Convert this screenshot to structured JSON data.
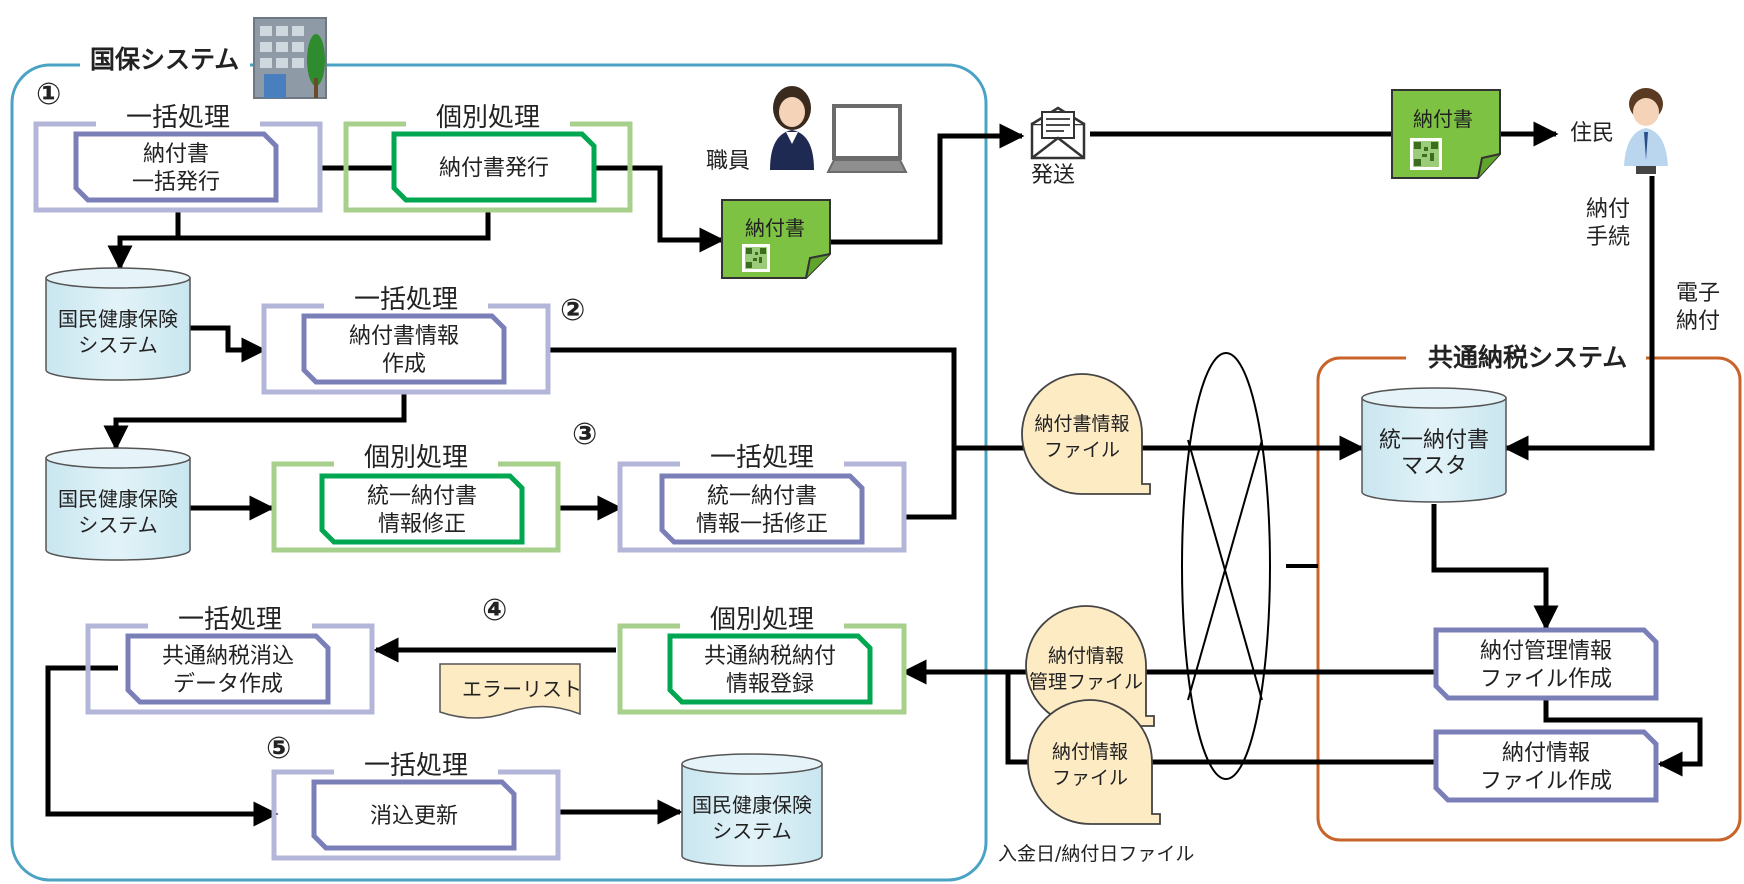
{
  "systems": {
    "kokuho": "国保システム",
    "kyotsu": "共通納税システム"
  },
  "markers": [
    "①",
    "②",
    "③",
    "④",
    "⑤"
  ],
  "frame_labels": {
    "ikkatsu": "一括処理",
    "kobetsu": "個別処理"
  },
  "processes": {
    "p1": [
      "納付書",
      "一括発行"
    ],
    "p2": [
      "納付書発行"
    ],
    "p3": [
      "納付書情報",
      "作成"
    ],
    "p4": [
      "統一納付書",
      "情報修正"
    ],
    "p5": [
      "統一納付書",
      "情報一括修正"
    ],
    "p6": [
      "共通納税納付",
      "情報登録"
    ],
    "p7": [
      "共通納税消込",
      "データ作成"
    ],
    "p8": [
      "消込更新"
    ],
    "p9": [
      "納付管理情報",
      "ファイル作成"
    ],
    "p10": [
      "納付情報",
      "ファイル作成"
    ]
  },
  "databases": {
    "kokuho_db": [
      "国民健康保険",
      "システム"
    ],
    "master": [
      "統一納付書",
      "マスタ"
    ]
  },
  "documents": {
    "notice": "納付書",
    "error_list": "エラーリスト"
  },
  "files": {
    "info_file": [
      "納付書情報",
      "ファイル"
    ],
    "mgmt_file": [
      "納付情報",
      "管理ファイル"
    ],
    "pay_file": [
      "納付情報",
      "ファイル"
    ],
    "payday_caption": "入金日/納付日ファイル"
  },
  "people": {
    "staff": "職員",
    "resident": "住民",
    "send": "発送",
    "procedure": [
      "納付",
      "手続"
    ],
    "epay": [
      "電子",
      "納付"
    ]
  },
  "colors": {
    "kokuho_border": "#4aa3c4",
    "kyotsu_border": "#c8642a",
    "batch_frame": "#b3b5d9",
    "indiv_frame": "#a8d08d",
    "batch_box": "#7b7fb8",
    "indiv_box": "#00a650",
    "db_fill": "#d4ecf4",
    "doc_fill": "#7dc242",
    "file_fill": "#fdebc4"
  },
  "icons": [
    "building-icon",
    "staff-person-icon",
    "laptop-icon",
    "envelope-icon",
    "resident-person-icon",
    "qr-code-icon"
  ]
}
